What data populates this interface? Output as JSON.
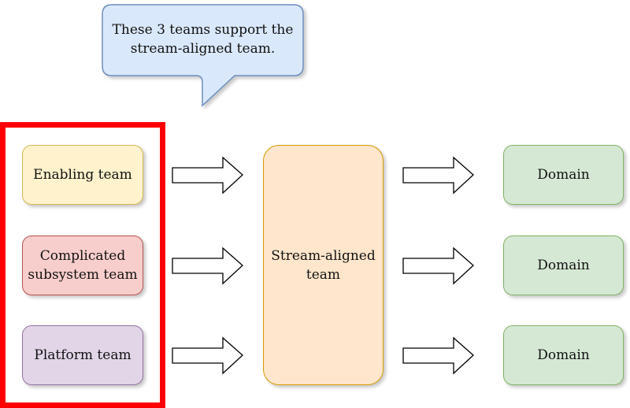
{
  "callout": {
    "lines": [
      "These 3 teams support the",
      "stream-aligned team."
    ]
  },
  "supporting_teams": [
    {
      "lines": [
        "Enabling team"
      ],
      "fill": "#fff2cc",
      "stroke": "#d6b656"
    },
    {
      "lines": [
        "Complicated",
        "subsystem team"
      ],
      "fill": "#f8cecc",
      "stroke": "#b85450"
    },
    {
      "lines": [
        "Platform team"
      ],
      "fill": "#e1d5e7",
      "stroke": "#9673a6"
    }
  ],
  "stream_aligned": {
    "lines": [
      "Stream-aligned",
      "team"
    ],
    "fill": "#ffe6cc",
    "stroke": "#d79b00"
  },
  "domains": [
    {
      "label": "Domain"
    },
    {
      "label": "Domain"
    },
    {
      "label": "Domain"
    }
  ],
  "highlight": {
    "color": "#ff0000"
  },
  "callout_style": {
    "fill": "#dae8fc",
    "stroke": "#6c8ebf"
  }
}
